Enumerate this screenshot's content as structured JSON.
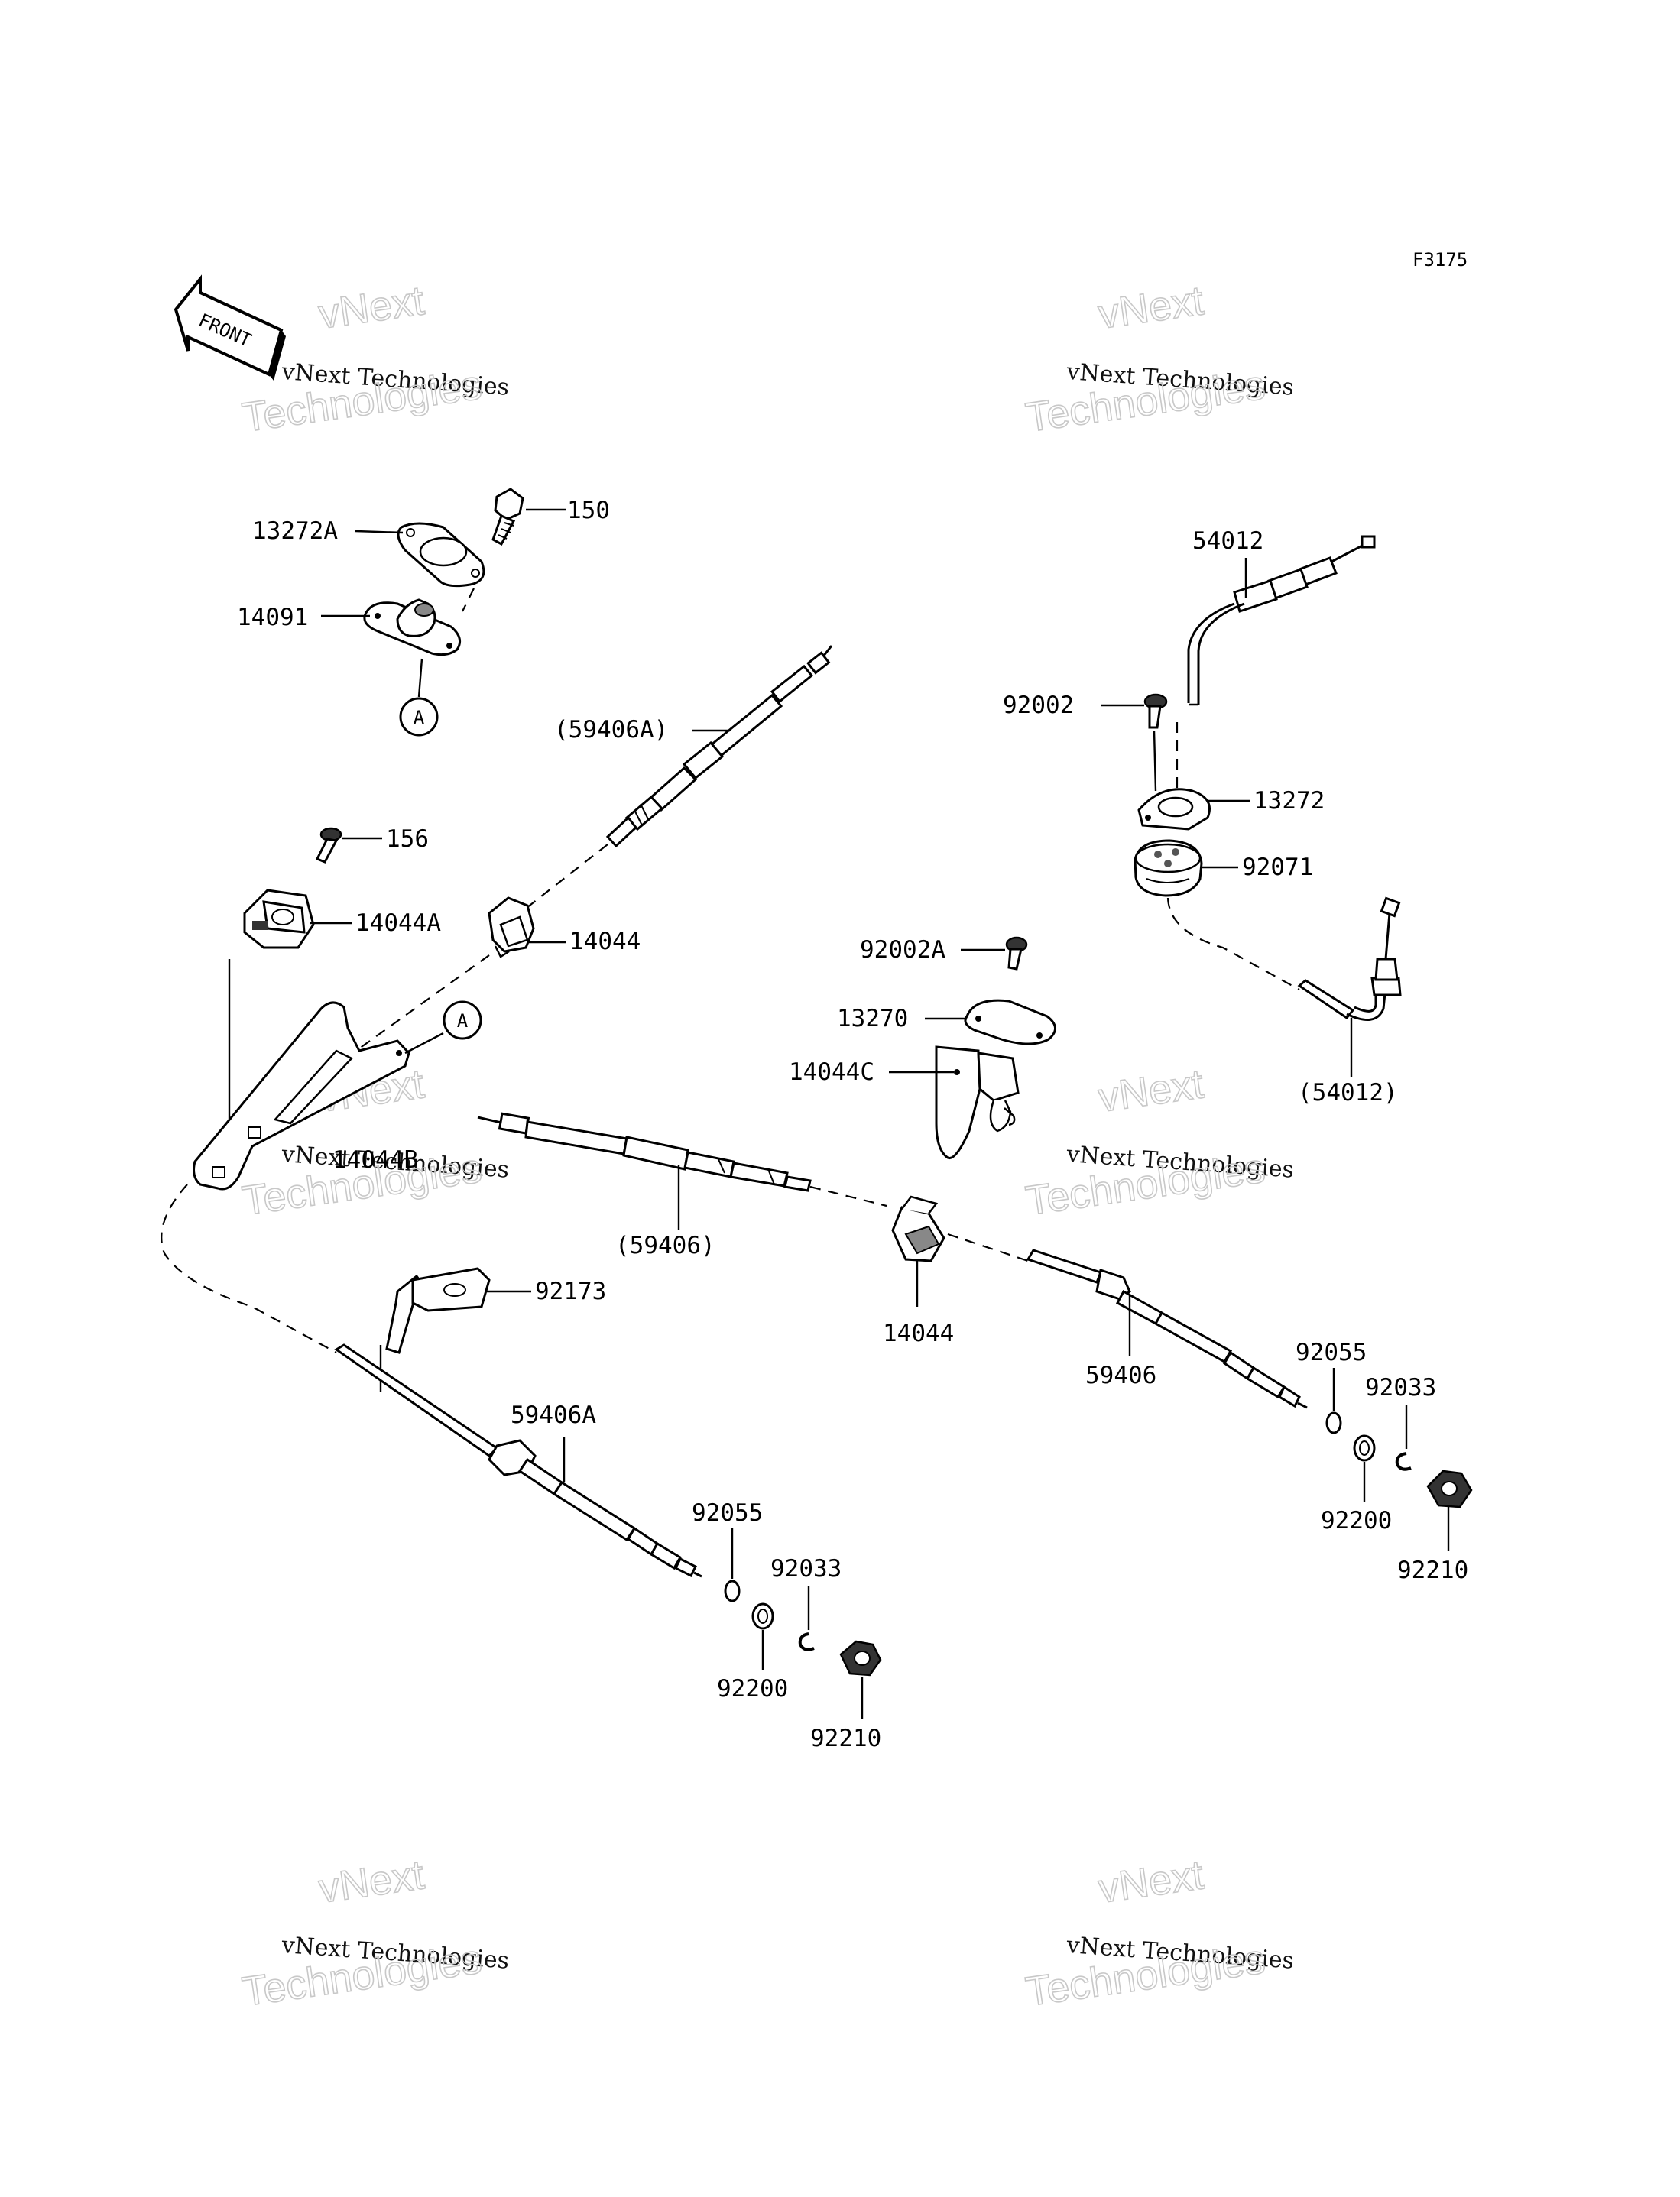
{
  "figure_code": "F3175",
  "front_arrow_label": "FRONT",
  "watermark": {
    "line1": "vNext",
    "line2": "vNext Technologies",
    "line3": "Technologies"
  },
  "ref_marker": "A",
  "labels": {
    "p13272A": "13272A",
    "p150": "150",
    "p14091": "14091",
    "p59406A_paren": "(59406A)",
    "p156": "156",
    "p14044A": "14044A",
    "p14044_top": "14044",
    "p14044B": "14044B",
    "p59406_paren": "(59406)",
    "p92173": "92173",
    "p59406A": "59406A",
    "p92055_left": "92055",
    "p92033_left": "92033",
    "p92200_left": "92200",
    "p92210_left": "92210",
    "p54012": "54012",
    "p92002": "92002",
    "p13272": "13272",
    "p92071": "92071",
    "p54012_paren": "(54012)",
    "p92002A": "92002A",
    "p13270": "13270",
    "p14044C": "14044C",
    "p14044_mid": "14044",
    "p59406": "59406",
    "p92055_right": "92055",
    "p92033_right": "92033",
    "p92200_right": "92200",
    "p92210_right": "92210"
  }
}
